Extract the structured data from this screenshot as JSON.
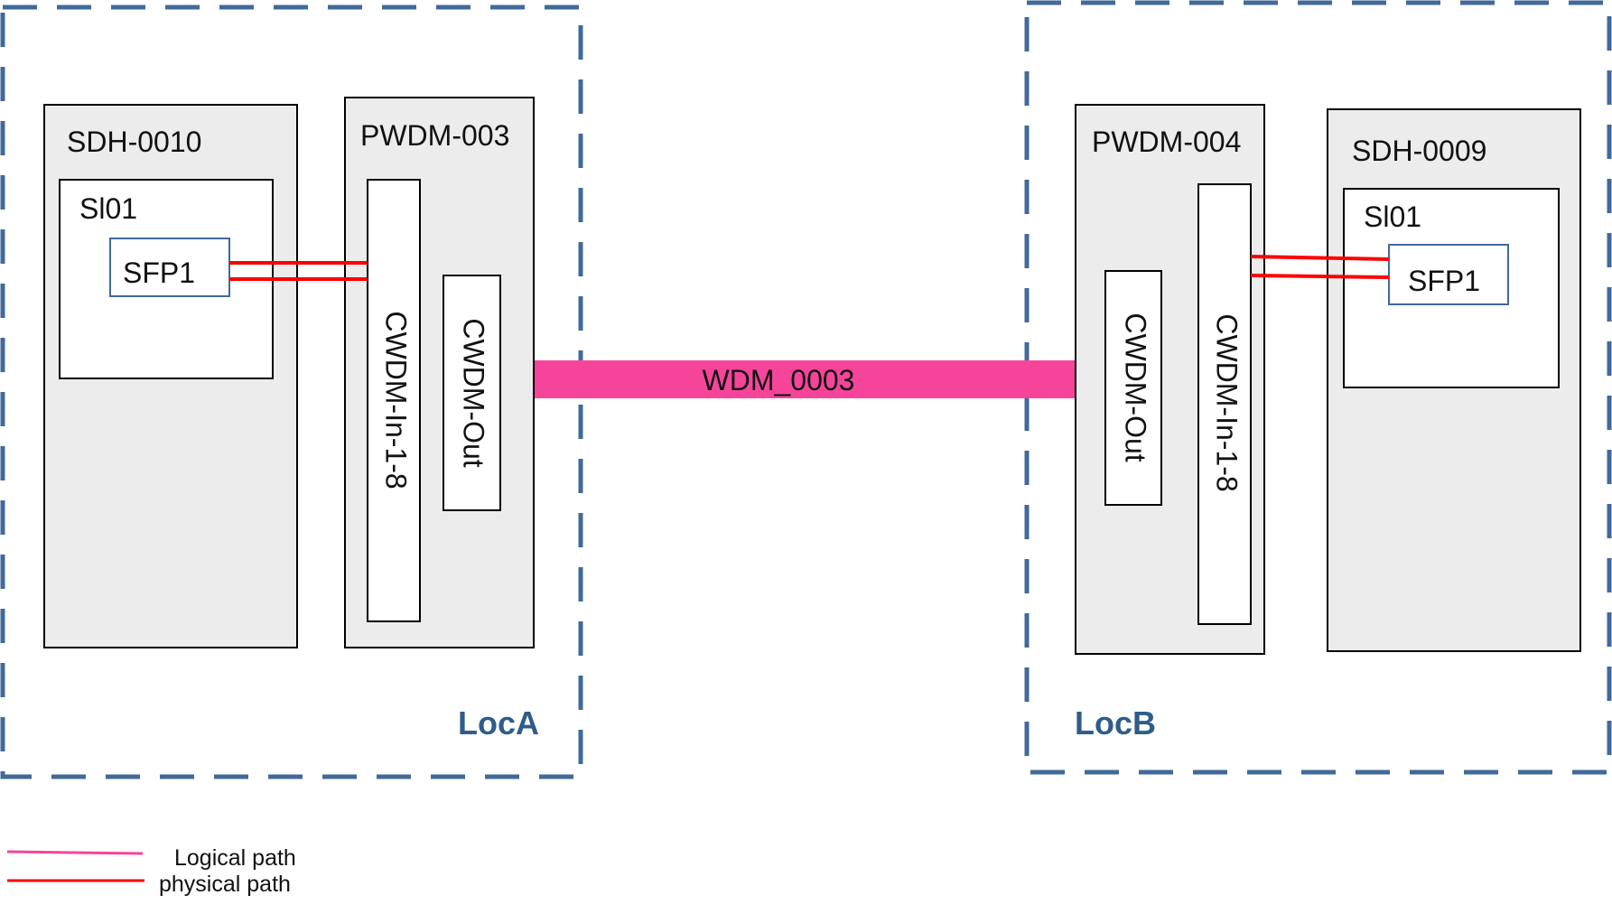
{
  "locations": {
    "a": {
      "label": "LocA"
    },
    "b": {
      "label": "LocB"
    }
  },
  "devices": {
    "sdh_a": {
      "name": "SDH-0010",
      "slot": "Sl01",
      "port": "SFP1"
    },
    "pwdm_a": {
      "name": "PWDM-003",
      "in_port": "CWDM-In-1-8",
      "out_port": "CWDM-Out"
    },
    "pwdm_b": {
      "name": "PWDM-004",
      "in_port": "CWDM-In-1-8",
      "out_port": "CWDM-Out"
    },
    "sdh_b": {
      "name": "SDH-0009",
      "slot": "Sl01",
      "port": "SFP1"
    }
  },
  "link": {
    "label": "WDM_0003"
  },
  "legend": {
    "logical": "Logical path",
    "physical": "physical path"
  },
  "colors": {
    "location_border": "#41699a",
    "location_text": "#2e5d8a",
    "device_fill": "#ececec",
    "port_border": "#41699a",
    "logical_path": "#f7449b",
    "physical_path": "#ff0000"
  }
}
